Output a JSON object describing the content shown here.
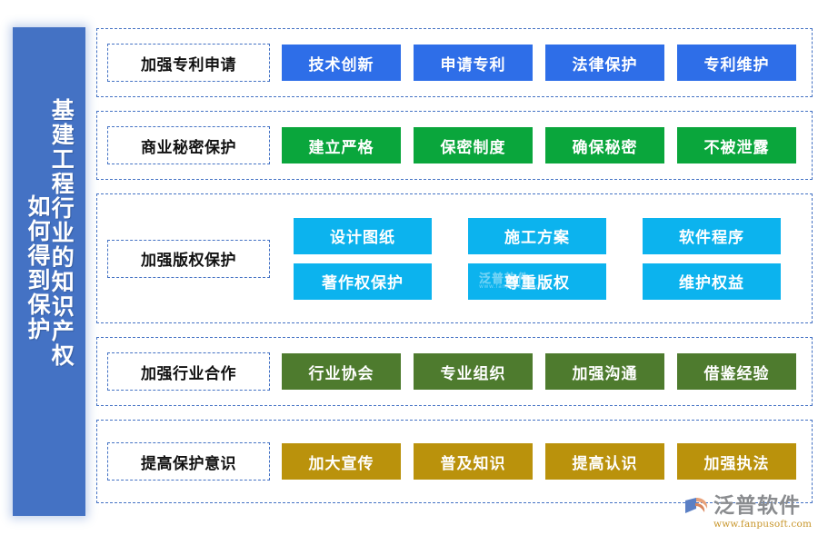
{
  "sidebar": {
    "primary_line": "基建工程行业的知识产权",
    "secondary_line": "如何得到保护",
    "color": "#4472C4"
  },
  "rows": [
    {
      "label": "加强专利申请",
      "color": "#2E6EE8",
      "items": [
        "技术创新",
        "申请专利",
        "法律保护",
        "专利维护"
      ]
    },
    {
      "label": "商业秘密保护",
      "color": "#0AA63C",
      "items": [
        "建立严格",
        "保密制度",
        "确保秘密",
        "不被泄露"
      ]
    },
    {
      "label": "加强版权保护",
      "color": "#0CB3EE",
      "items": [
        "设计图纸",
        "施工方案",
        "软件程序",
        "著作权保护",
        "尊重版权",
        "维护权益"
      ]
    },
    {
      "label": "加强行业合作",
      "color": "#4E7B2E",
      "items": [
        "行业协会",
        "专业组织",
        "加强沟通",
        "借鉴经验"
      ]
    },
    {
      "label": "提高保护意识",
      "color": "#BA920C",
      "items": [
        "加大宣传",
        "普及知识",
        "提高认识",
        "加强执法"
      ]
    }
  ],
  "watermark": {
    "name": "泛普软件",
    "url": "www.fanpusoft.com"
  },
  "brand": {
    "name": "泛普软件",
    "url": "www.fanpusoft.com",
    "name_color": "#8A8C8F",
    "url_color": "#C8962B"
  }
}
